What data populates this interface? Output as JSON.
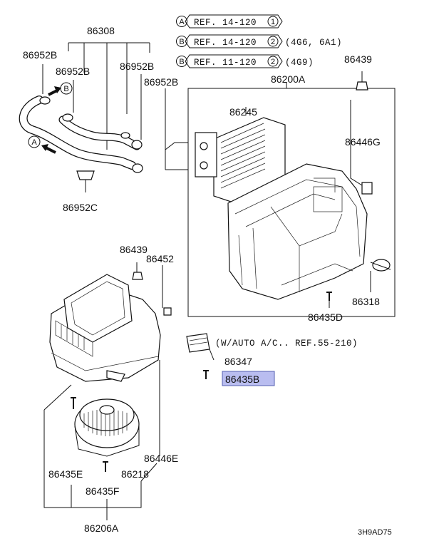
{
  "references": [
    {
      "circle": "A",
      "ref": "REF. 14-120",
      "num": "1",
      "note": ""
    },
    {
      "circle": "B",
      "ref": "REF. 14-120",
      "num": "2",
      "note": "(4G6, 6A1)"
    },
    {
      "circle": "B",
      "ref": "REF. 11-120",
      "num": "2",
      "note": "(4G9)"
    }
  ],
  "parts": {
    "p86308": "86308",
    "p86952B_1": "86952B",
    "p86952B_2": "86952B",
    "p86952B_3": "86952B",
    "p86952B_4": "86952B",
    "p86952C": "86952C",
    "p86439_top": "86439",
    "p86200A": "86200A",
    "p86245": "86245",
    "p86446G": "86446G",
    "p86318": "86318",
    "p86435D": "86435D",
    "p86439_mid": "86439",
    "p86452": "86452",
    "p86347": "86347",
    "p86435B": "86435B",
    "p86446E": "86446E",
    "p86435E": "86435E",
    "p86218": "86218",
    "p86435F": "86435F",
    "p86206A": "86206A"
  },
  "auto_ac_note": "(W/AUTO A/C.. REF.55-210)",
  "hose_markers": {
    "a": "A",
    "b": "B"
  },
  "diagram_code": "3H9AD75"
}
